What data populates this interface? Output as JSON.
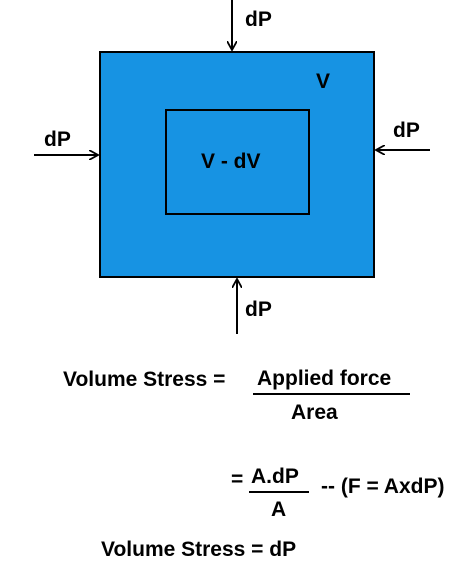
{
  "diagram": {
    "outer_label": "V",
    "inner_label": "V - dV",
    "pressure_top": "dP",
    "pressure_left": "dP",
    "pressure_right": "dP",
    "pressure_bottom": "dP",
    "fill_color": "#1793e3",
    "stroke_color": "#000000"
  },
  "formula": {
    "lhs1": "Volume Stress =",
    "numerator1": "Applied force",
    "denominator1": "Area",
    "equals2": "=",
    "numerator2": "A.dP",
    "denominator2": "A",
    "note2": "-- (F = AxdP)",
    "result": "Volume Stress = dP"
  }
}
